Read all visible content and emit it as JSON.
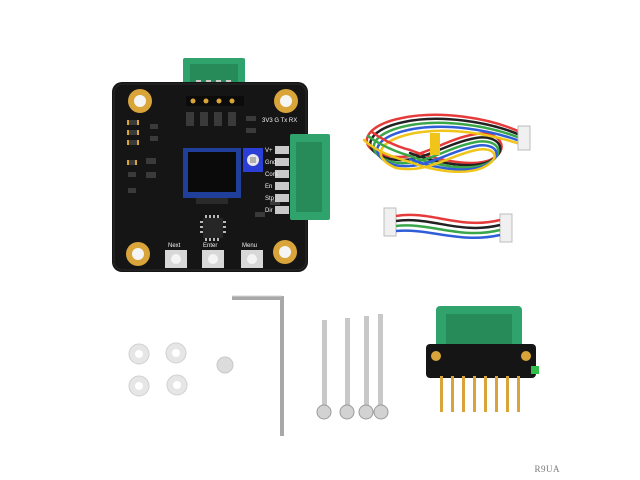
{
  "board": {
    "top_label": "3V3 G Tx RX",
    "pins": [
      "V+",
      "Gnd",
      "Com",
      "En",
      "Stp",
      "Dir"
    ],
    "buttons": [
      "Next",
      "Enter",
      "Menu"
    ]
  },
  "watermark": "R9UA",
  "colors": {
    "pcb": "#151515",
    "connector": "#2fa36b",
    "gold_pad": "#d9a53a",
    "oled": "#0a0a0a",
    "oled_bezel": "#1f3f9a",
    "potentiometer": "#2b3fd6",
    "washer": "#e6e6e6",
    "screw": "#c8c8c8"
  },
  "items": [
    "pcb-board-icon",
    "ribbon-cable-icon",
    "short-cable-icon",
    "washer-icon",
    "hex-key-icon",
    "screw-icon",
    "driver-module-icon"
  ]
}
